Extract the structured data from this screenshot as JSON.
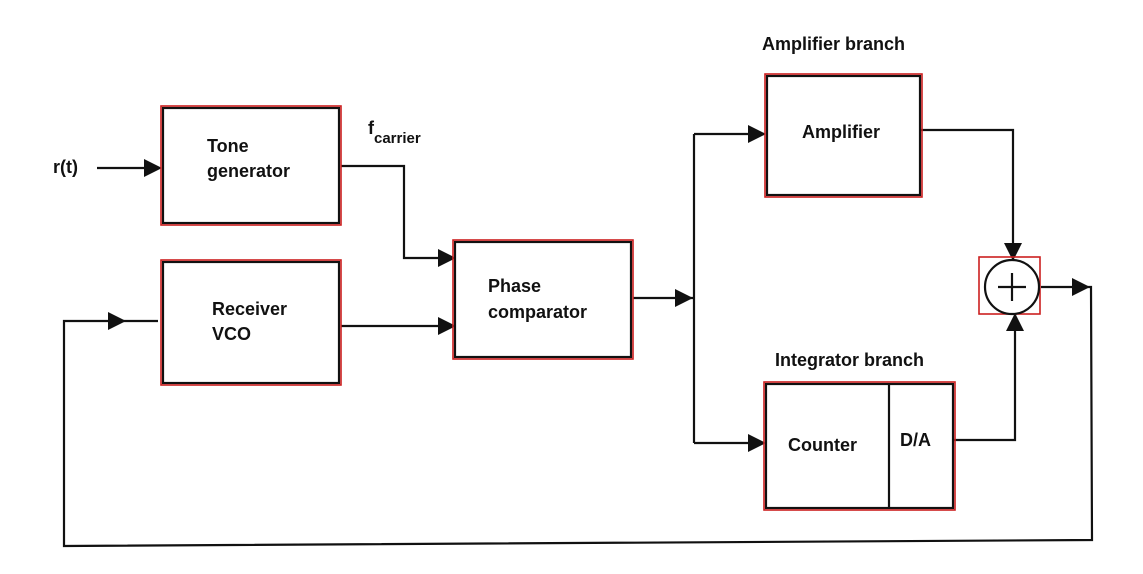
{
  "colors": {
    "line": "#111111",
    "highlight": "#cc1f1f",
    "background": "#ffffff"
  },
  "input_signal": "r(t)",
  "blocks": {
    "tone_generator": {
      "line1": "Tone",
      "line2": "generator"
    },
    "receiver_vco": {
      "line1": "Receiver",
      "line2": "VCO"
    },
    "phase_comparator": {
      "line1": "Phase",
      "line2": "comparator"
    },
    "amplifier": {
      "label": "Amplifier"
    },
    "counter": {
      "label": "Counter"
    },
    "da": {
      "label": "D/A"
    },
    "summer": {
      "symbol": "+"
    }
  },
  "signal_labels": {
    "f_main": "f",
    "f_subscript": "carrier"
  },
  "branch_titles": {
    "amplifier": "Amplifier branch",
    "integrator": "Integrator branch"
  }
}
